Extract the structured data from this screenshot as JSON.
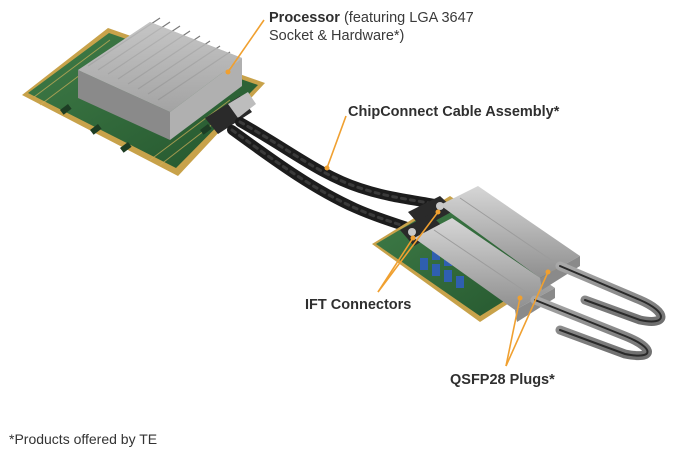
{
  "labels": {
    "processor_bold": "Processor",
    "processor_rest_line1": " (featuring LGA 3647",
    "processor_line2": "Socket & Hardware*)",
    "cable": "ChipConnect Cable Assembly*",
    "ift": "IFT Connectors",
    "qsfp": "QSFP28 Plugs*"
  },
  "footnote": "*Products offered by TE",
  "colors": {
    "callout_line": "#f0a030",
    "pcb_green": "#2f6b3a",
    "pcb_gold_edge": "#c8a24a",
    "heatsink": "#c9c9c9",
    "cable_black": "#1c1c1c",
    "qsfp_metal": "#b5b5b5",
    "pull_tab": "#8d8d8d",
    "component_blue": "#2f5fb0"
  }
}
